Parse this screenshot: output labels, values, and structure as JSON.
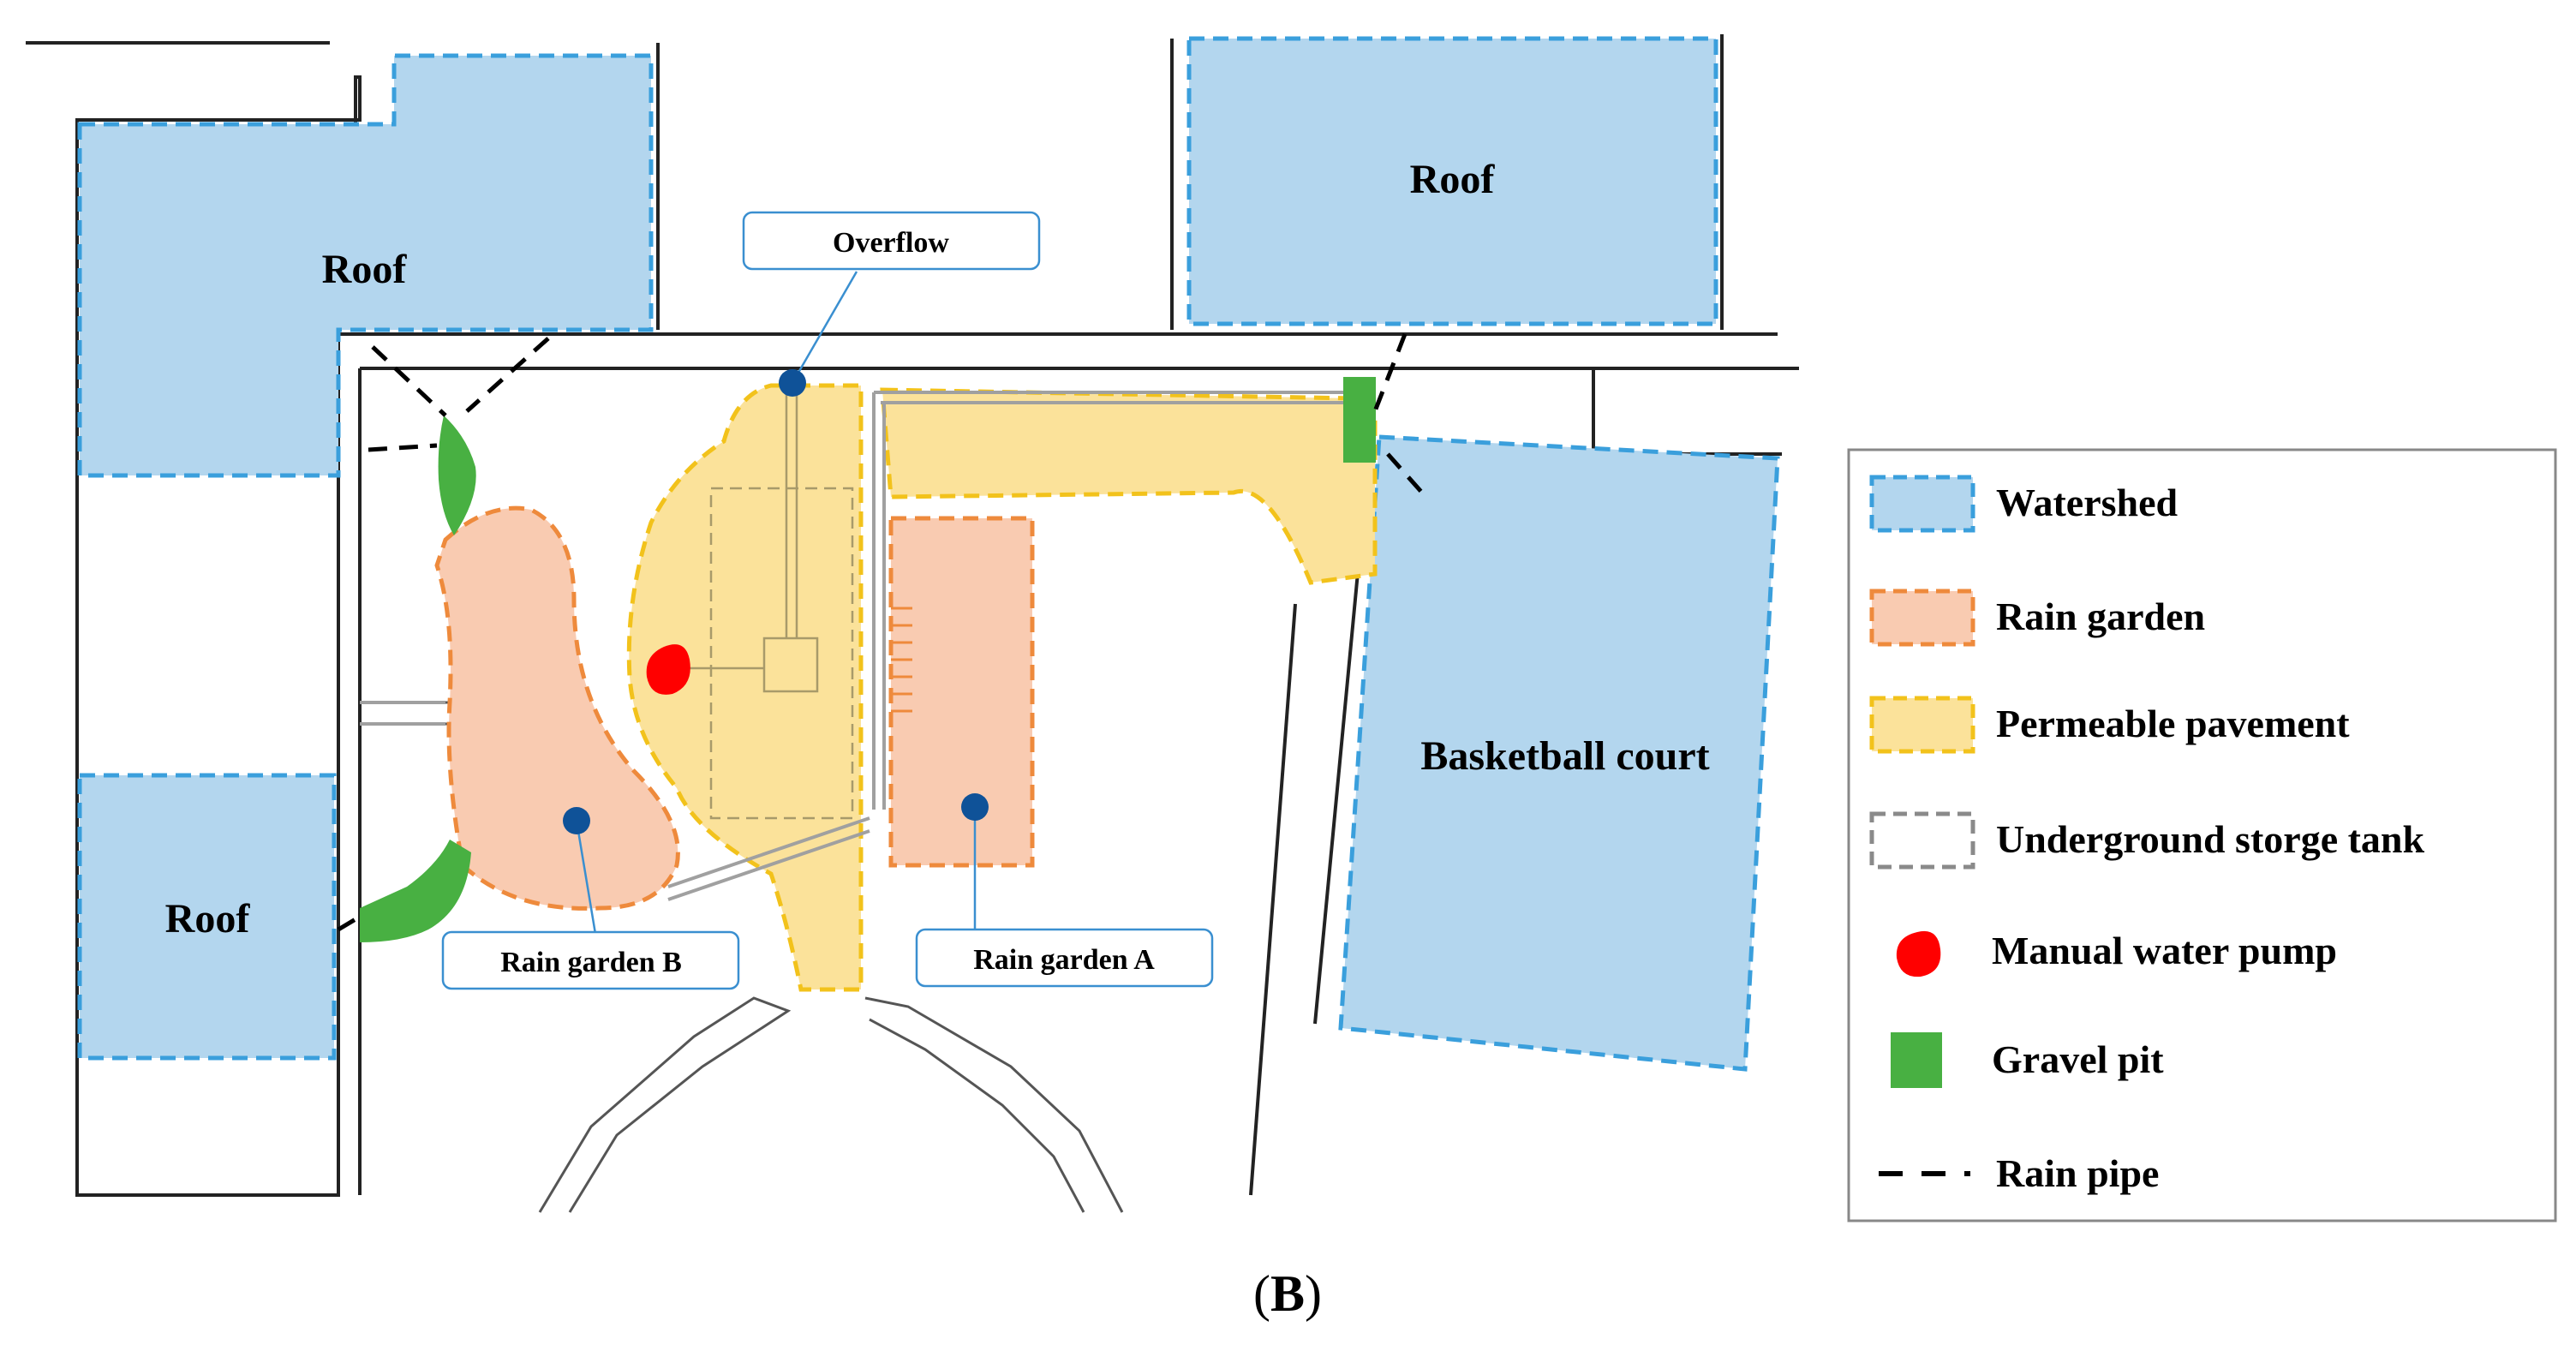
{
  "labels": {
    "roof_top_left": "Roof",
    "roof_top_right": "Roof",
    "roof_bottom_left": "Roof",
    "basketball_court": "Basketball court"
  },
  "callouts": {
    "overflow": "Overflow",
    "rain_garden_b": "Rain garden B",
    "rain_garden_a": "Rain garden A"
  },
  "legend": {
    "items": [
      {
        "label": "Watershed",
        "icon": "watershed-swatch"
      },
      {
        "label": "Rain garden",
        "icon": "rain-garden-swatch"
      },
      {
        "label": "Permeable pavement",
        "icon": "permeable-pavement-swatch"
      },
      {
        "label": "Underground storge tank",
        "icon": "storage-tank-swatch"
      },
      {
        "label": "Manual water pump",
        "icon": "water-pump-dot"
      },
      {
        "label": "Gravel pit",
        "icon": "gravel-pit-square"
      },
      {
        "label": "Rain pipe",
        "icon": "rain-pipe-dash"
      }
    ]
  },
  "panel_label": {
    "prefix": "(",
    "letter": "B",
    "suffix": ")"
  },
  "colors": {
    "watershed_fill": "#b3d6ee",
    "watershed_border": "#3a9fdc",
    "rain_garden_fill": "#f9cbb1",
    "rain_garden_border": "#ee8a3c",
    "pavement_fill": "#fbe29a",
    "pavement_border": "#f2c21b",
    "tank_border": "#9a9a9a",
    "pump": "#ff0000",
    "gravel": "#48b042",
    "point": "#0f5298",
    "callout_border": "#3a8fd0"
  }
}
